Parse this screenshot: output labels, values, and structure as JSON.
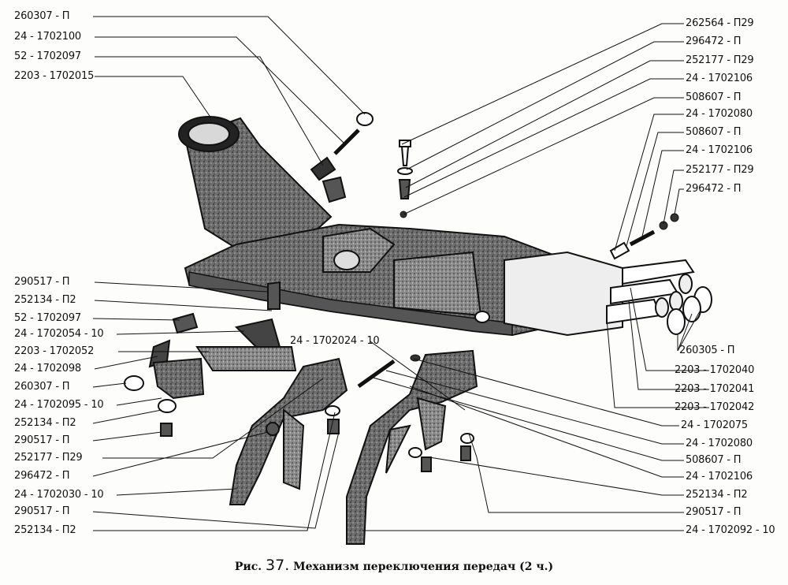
{
  "caption": {
    "prefix": "Рис.",
    "number": "37.",
    "title": "Механизм переключения передач (2 ч.)"
  },
  "labels_left": [
    "260307 - П",
    "24 - 1702100",
    "52 - 1702097",
    "2203 - 1702015",
    "290517 - П",
    "252134 - П2",
    "52 - 1702097",
    "24 - 1702054 - 10",
    "2203 - 1702052",
    "24 - 1702098",
    "260307 - П",
    "24 - 1702095 - 10",
    "252134 - П2",
    "290517 - П",
    "252177 - П29",
    "296472 - П",
    "24 - 1702030 - 10",
    "290517 - П",
    "252134 - П2"
  ],
  "labels_right": [
    "262564 - П29",
    "296472 - П",
    "252177 - П29",
    "24 - 1702106",
    "508607 - П",
    "24 - 1702080",
    "508607 - П",
    "24 - 1702106",
    "252177 - П29",
    "296472 - П",
    "260305 - П",
    "2203 - 1702040",
    "2203 - 1702041",
    "2203 - 1702042",
    "24 - 1702075",
    "24 - 1702080",
    "508607 - П",
    "24 - 1702106",
    "252134 - П2",
    "290517 - П",
    "24 - 1702092 - 10"
  ],
  "label_center": "24 - 1702024 - 10"
}
